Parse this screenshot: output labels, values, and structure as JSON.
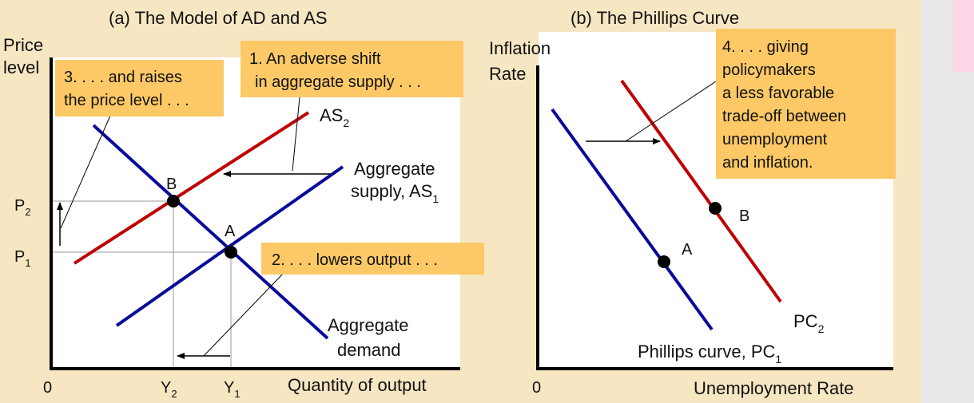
{
  "panel_a": {
    "title": "(a) The Model of AD and AS",
    "y_axis_label_line1": "Price",
    "y_axis_label_line2": "level",
    "x_axis_label": "Quantity of output",
    "origin": "0",
    "p2": {
      "main": "P",
      "sub": "2"
    },
    "p1": {
      "main": "P",
      "sub": "1"
    },
    "y2": {
      "main": "Y",
      "sub": "2"
    },
    "y1": {
      "main": "Y",
      "sub": "1"
    },
    "point_b": "B",
    "point_a": "A",
    "as2_label": {
      "main": "AS",
      "sub": "2"
    },
    "as1_label_line1": "Aggregate",
    "as1_label_line2": {
      "main": "supply, AS",
      "sub": "1"
    },
    "ad_label_line1": "Aggregate",
    "ad_label_line2": "demand",
    "callout_1_line1": "1. An adverse shift",
    "callout_1_line2": "in aggregate supply . . .",
    "callout_2": "2. . . . lowers output . . .",
    "callout_3_line1": "3. . . . and raises",
    "callout_3_line2": "the price level . . ."
  },
  "panel_b": {
    "title": "(b) The Phillips Curve",
    "y_axis_label_line1": "Inflation",
    "y_axis_label_line2": "Rate",
    "x_axis_label": "Unemployment Rate",
    "origin": "0",
    "point_a": "A",
    "point_b": "B",
    "pc2_label": {
      "main": "PC",
      "sub": "2"
    },
    "pc1_label": {
      "main": "Phillips curve, PC",
      "sub": "1"
    },
    "callout_4_lines": [
      "4. . . . giving",
      "policymakers",
      "a less favorable",
      "trade-off between",
      "unemployment",
      "and inflation."
    ]
  },
  "colors": {
    "background_band": "#f6e6c2",
    "callout": "#fdc966",
    "red_curve": "#c00000",
    "blue_curve": "#0a0a9a",
    "axis": "#000000"
  }
}
